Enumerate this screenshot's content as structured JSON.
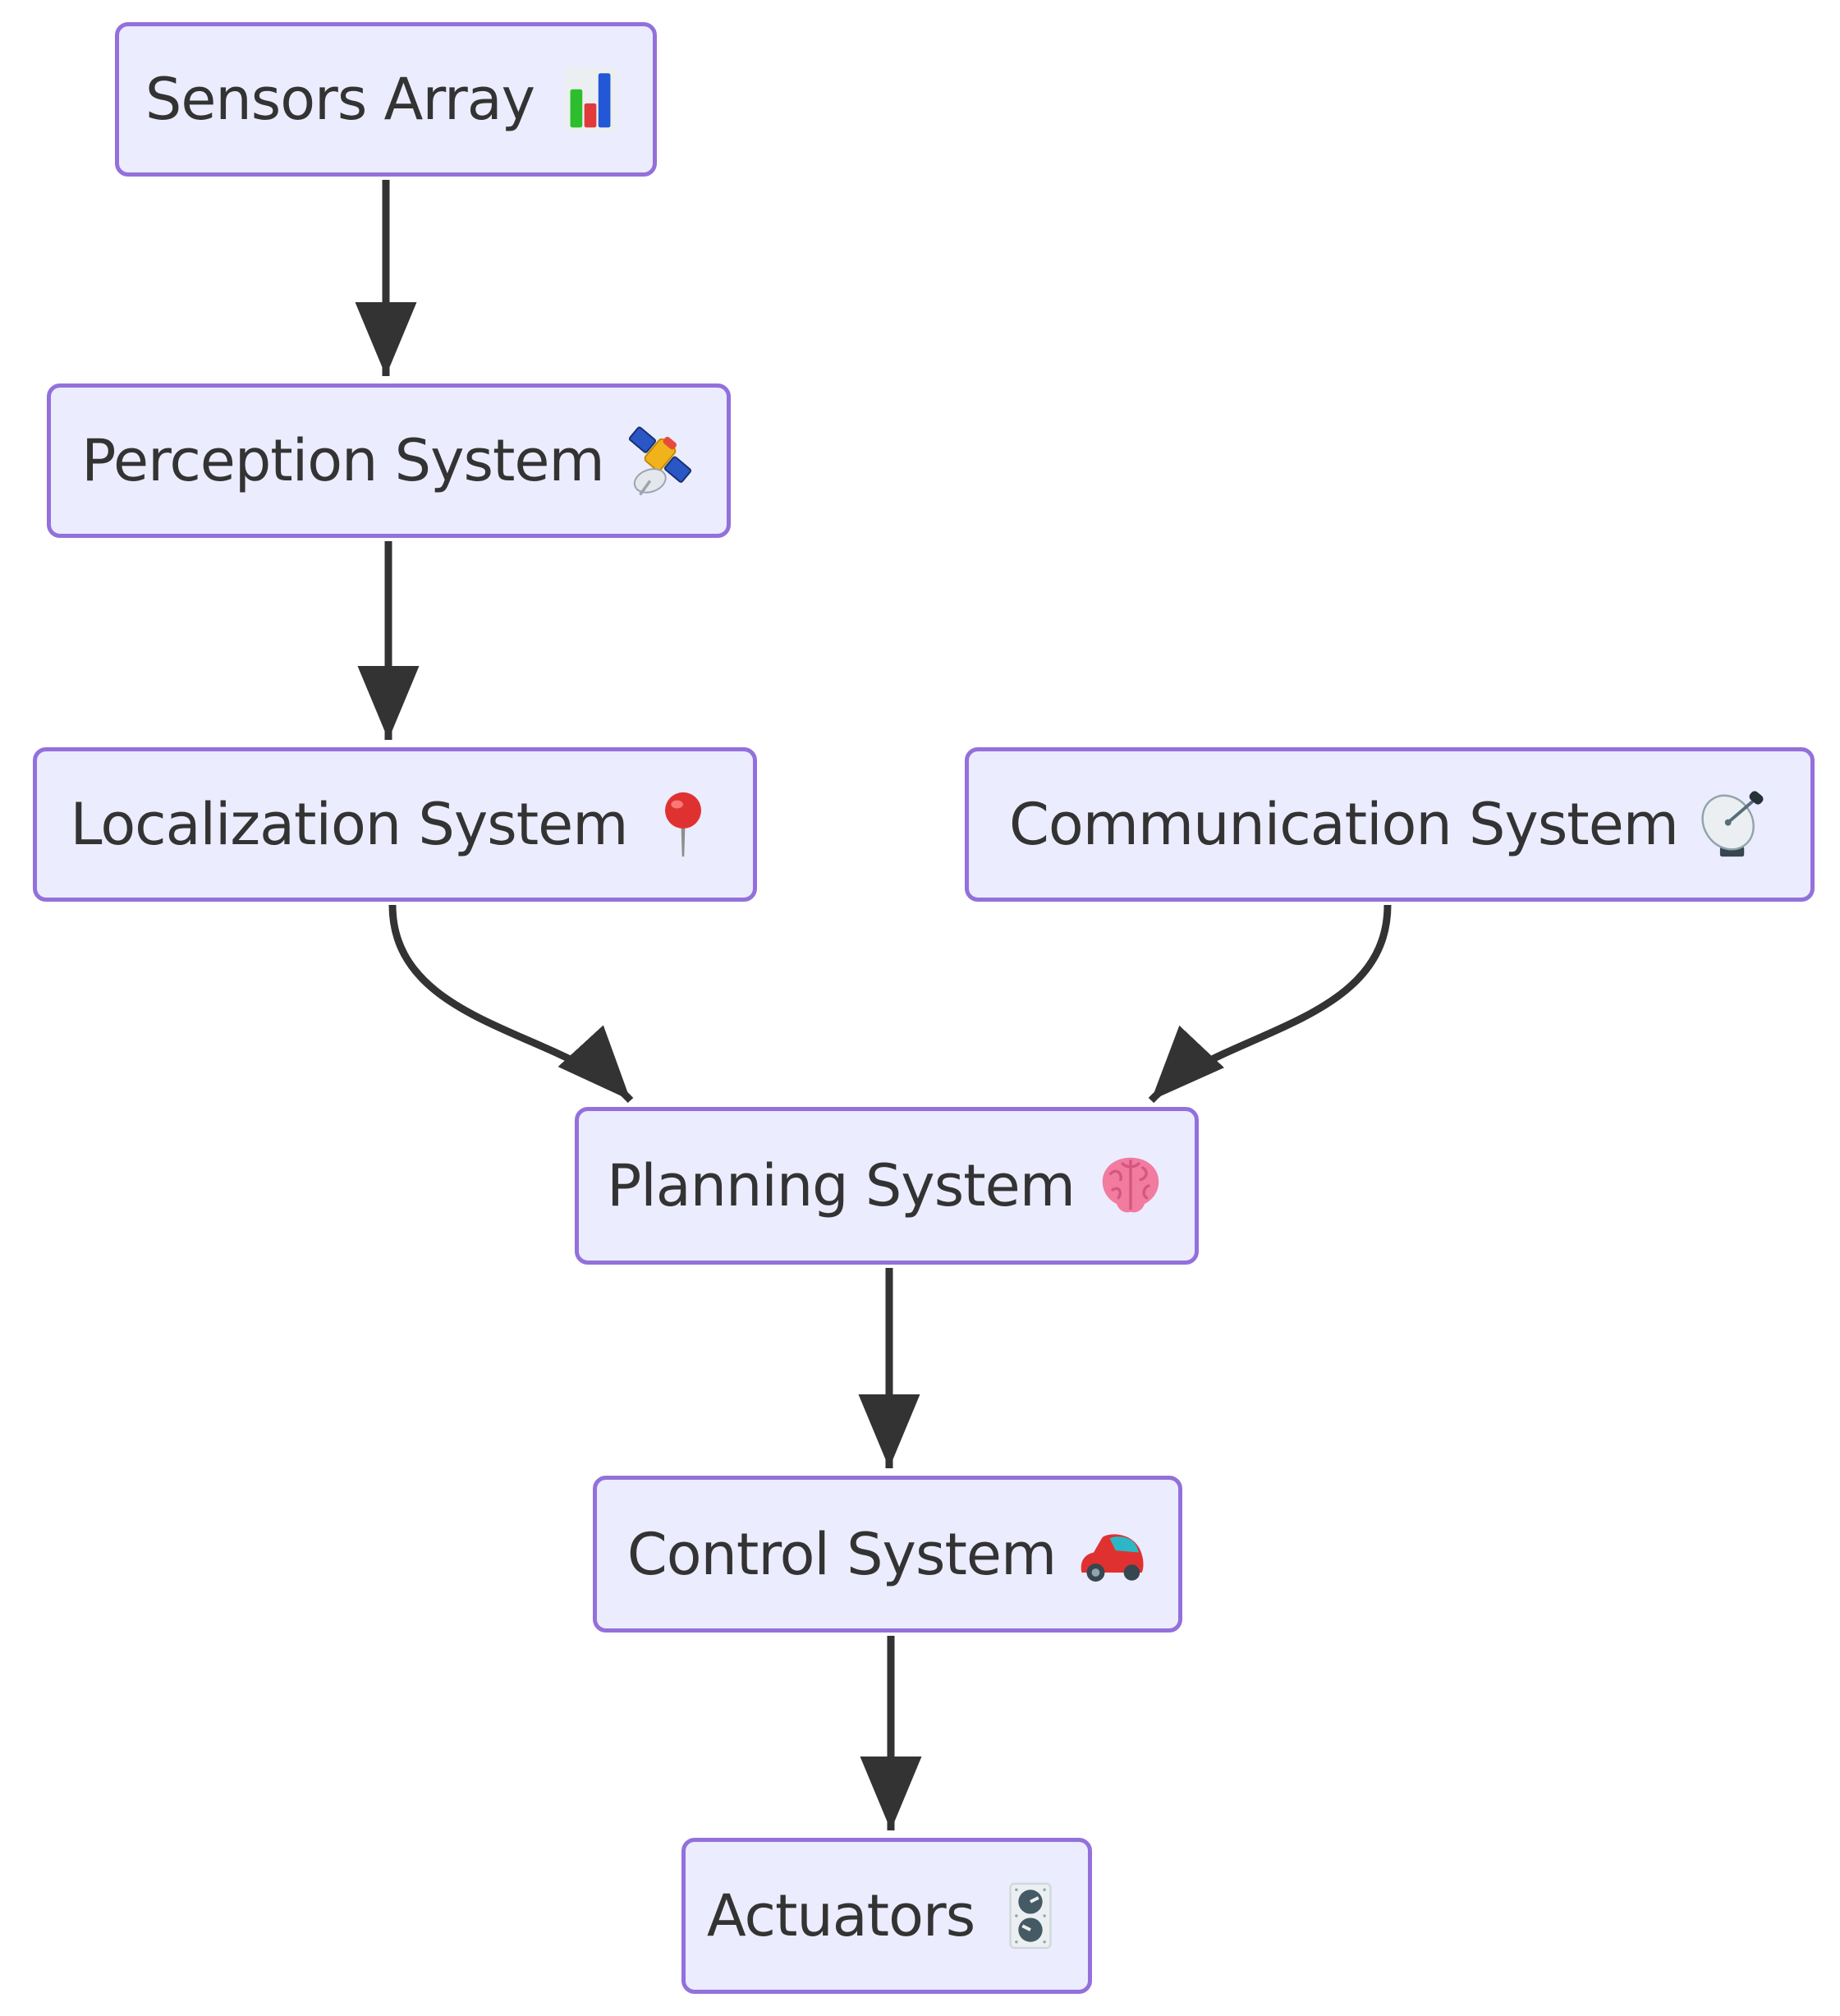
{
  "diagram": {
    "type": "flowchart",
    "direction": "top-down",
    "nodes": [
      {
        "id": "sensors",
        "label": "Sensors Array",
        "icon": "bar-chart"
      },
      {
        "id": "perception",
        "label": "Perception System",
        "icon": "satellite"
      },
      {
        "id": "localization",
        "label": "Localization System",
        "icon": "round-pushpin"
      },
      {
        "id": "communication",
        "label": "Communication System",
        "icon": "satellite-antenna"
      },
      {
        "id": "planning",
        "label": "Planning System",
        "icon": "brain"
      },
      {
        "id": "control",
        "label": "Control System",
        "icon": "car"
      },
      {
        "id": "actuators",
        "label": "Actuators",
        "icon": "control-knobs"
      }
    ],
    "edges": [
      {
        "from": "Sensors Array",
        "to": "Perception System"
      },
      {
        "from": "Perception System",
        "to": "Localization System"
      },
      {
        "from": "Localization System",
        "to": "Planning System"
      },
      {
        "from": "Communication System",
        "to": "Planning System"
      },
      {
        "from": "Planning System",
        "to": "Control System"
      },
      {
        "from": "Control System",
        "to": "Actuators"
      }
    ],
    "colors": {
      "node_fill": "#ECECFF",
      "node_border": "#9370DB",
      "edge": "#333333",
      "text": "#333333",
      "background": "#FFFFFF"
    }
  }
}
